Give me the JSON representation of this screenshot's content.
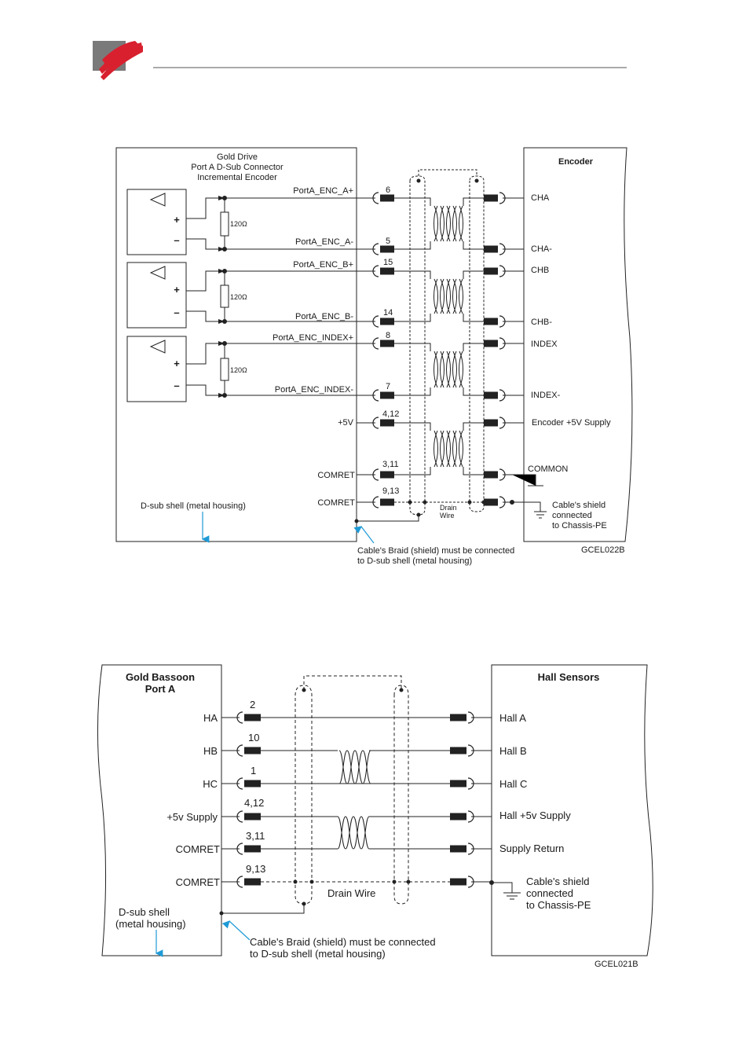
{
  "colors": {
    "logo_gray": "#7a7a7a",
    "logo_red": "#d8202f",
    "arrow_blue": "#1e9ad6",
    "line": "#222222"
  },
  "d1": {
    "title_lines": [
      "Gold Drive",
      "Port A D-Sub Connector",
      "Incremental Encoder"
    ],
    "encoder_title": "Encoder",
    "resistor_label": "120Ω",
    "signals": [
      {
        "name": "PortA_ENC_A+",
        "pin": "6",
        "target": "CHA"
      },
      {
        "name": "PortA_ENC_A-",
        "pin": "5",
        "target": "CHA-"
      },
      {
        "name": "PortA_ENC_B+",
        "pin": "15",
        "target": "CHB"
      },
      {
        "name": "PortA_ENC_B-",
        "pin": "14",
        "target": "CHB-"
      },
      {
        "name": "PortA_ENC_INDEX+",
        "pin": "8",
        "target": "INDEX"
      },
      {
        "name": "PortA_ENC_INDEX-",
        "pin": "7",
        "target": "INDEX-"
      },
      {
        "name": "+5V",
        "pin": "4,12",
        "target": "Encoder +5V Supply"
      },
      {
        "name": "COMRET",
        "pin": "3,11",
        "target": "COMMON"
      },
      {
        "name": "COMRET",
        "pin": "9,13",
        "target": ""
      }
    ],
    "shield_lines": [
      "Cable's shield",
      "connected",
      "to Chassis-PE"
    ],
    "drain_lines": [
      "Drain",
      "Wire"
    ],
    "dsub_shell": "D-sub shell (metal housing)",
    "braid_lines": [
      "Cable's Braid (shield) must be connected",
      "to D-sub shell (metal housing)"
    ],
    "code": "GCEL022B"
  },
  "d2": {
    "title_lines": [
      "Gold Bassoon",
      "Port A"
    ],
    "hall_title": "Hall Sensors",
    "signals": [
      {
        "name": "HA",
        "pin": "2",
        "target": "Hall A"
      },
      {
        "name": "HB",
        "pin": "10",
        "target": "Hall B"
      },
      {
        "name": "HC",
        "pin": "1",
        "target": "Hall C"
      },
      {
        "name": "+5v Supply",
        "pin": "4,12",
        "target": "Hall  +5v Supply"
      },
      {
        "name": "COMRET",
        "pin": "3,11",
        "target": "Supply Return"
      },
      {
        "name": "COMRET",
        "pin": "9,13",
        "target": ""
      }
    ],
    "drain_wire": "Drain Wire",
    "shield_lines": [
      "Cable's shield",
      "connected",
      "to Chassis-PE"
    ],
    "dsub_lines": [
      "D-sub shell",
      "(metal housing)"
    ],
    "braid_lines": [
      "Cable's Braid (shield) must be connected",
      "to D-sub shell (metal housing)"
    ],
    "code": "GCEL021B"
  }
}
